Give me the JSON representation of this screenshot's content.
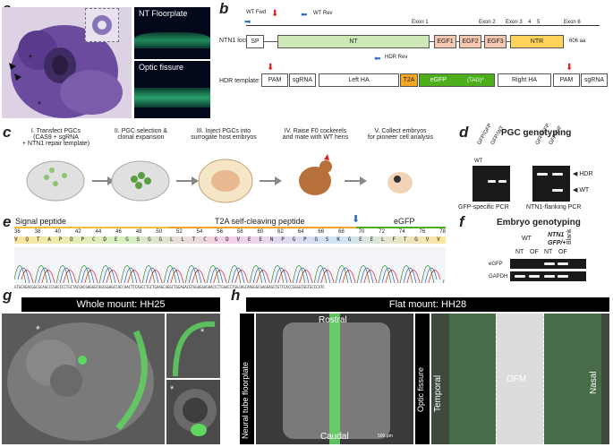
{
  "panels": {
    "a": {
      "letter": "a",
      "nt_title": "NT Floorplate",
      "of_title": "Optic fissure"
    },
    "b": {
      "letter": "b",
      "wt_fwd": "WT Fwd",
      "wt_rev": "WT Rev",
      "locus_label": "NTN1 locus:",
      "exon1": "Exon 1",
      "exon2": "Exon 2",
      "exon3": "Exon 3",
      "exon4": "4",
      "exon5": "5",
      "exon6": "Exon 6",
      "sp": "SP",
      "nt": "NT",
      "egf1": "EGF1",
      "egf2": "EGF2",
      "egf3": "EGF3",
      "ntr": "NTR",
      "aa": "606 aa",
      "hdr_rev": "HDR Rev",
      "template_label": "HDR template:",
      "pam1": "PAM",
      "sgrna1": "sgRNA",
      "left_ha": "Left HA",
      "t2a": "T2A",
      "egfp": "eGFP",
      "tag": "(TAG)*",
      "right_ha": "Right HA",
      "pam2": "PAM",
      "sgrna2": "sgRNA"
    },
    "c": {
      "letter": "c",
      "steps": [
        "I. Transfect PGCs\n(CAS9 + sgRNA\n+ NTN1 repair template)",
        "II. PGC selection &\nclonal expansion",
        "III. Inject PGCs into\nsurrogate host embryos",
        "IV. Raise F0 cockerels\nand mate with WT hens",
        "V. Collect embryos\nfor pioneer cell analysis"
      ]
    },
    "d": {
      "letter": "d",
      "title": "PGC genotyping",
      "lanes_left": [
        "WT",
        "GFP/GFP",
        "GFP/WT"
      ],
      "lanes_right": [
        "GFP/GFP",
        "GFP/WT"
      ],
      "caption_left": "GFP-specific PCR",
      "caption_right": "NTN1-flanking PCR",
      "hdr": "HDR",
      "wt": "WT"
    },
    "e": {
      "letter": "e",
      "signal": "Signal peptide",
      "t2a": "T2A self-cleaving peptide",
      "egfp": "eGFP",
      "numbers": [
        "36",
        "38",
        "40",
        "42",
        "44",
        "46",
        "48",
        "50",
        "52",
        "54",
        "56",
        "58",
        "60",
        "62",
        "64",
        "66",
        "68",
        "70",
        "72",
        "74",
        "76",
        "78"
      ],
      "aa": "V Q T A P D P C D E G S G G L L T C G D V E E N P G P G S K G E E L F T G V V P I V",
      "dna": "GTGCAGACGGCGCAGCCCGACCCCTGCTACGACGAGGGCAGCGGAGCCACCAACTTCAGCCTGCTGAAGCAGGCTGGAGACGTGGAGGAGAACCCTGGACCTGGCAGCAAGGGCGAGGAGCTGTTCACCGGGGTGGTGCCCATC"
    },
    "f": {
      "letter": "f",
      "title": "Embryo genotyping",
      "wt": "WT",
      "ntn1": "NTN1",
      "gfp": "GFP/+",
      "lanes": [
        "NT",
        "OF",
        "NT",
        "OF",
        "Blank"
      ],
      "rows": [
        "eGFP",
        "GAPDH"
      ]
    },
    "g": {
      "letter": "g",
      "title": "Whole mount: HH25"
    },
    "h": {
      "letter": "h",
      "title": "Flat mount: HH28",
      "rostral": "Rostral",
      "caudal": "Caudal",
      "side_left": "Neural tube floorplate",
      "side_right": "Optic fissure",
      "temporal": "Temporal",
      "nasal": "Nasal",
      "ofm": "OFM",
      "scale": "500 μm"
    }
  }
}
